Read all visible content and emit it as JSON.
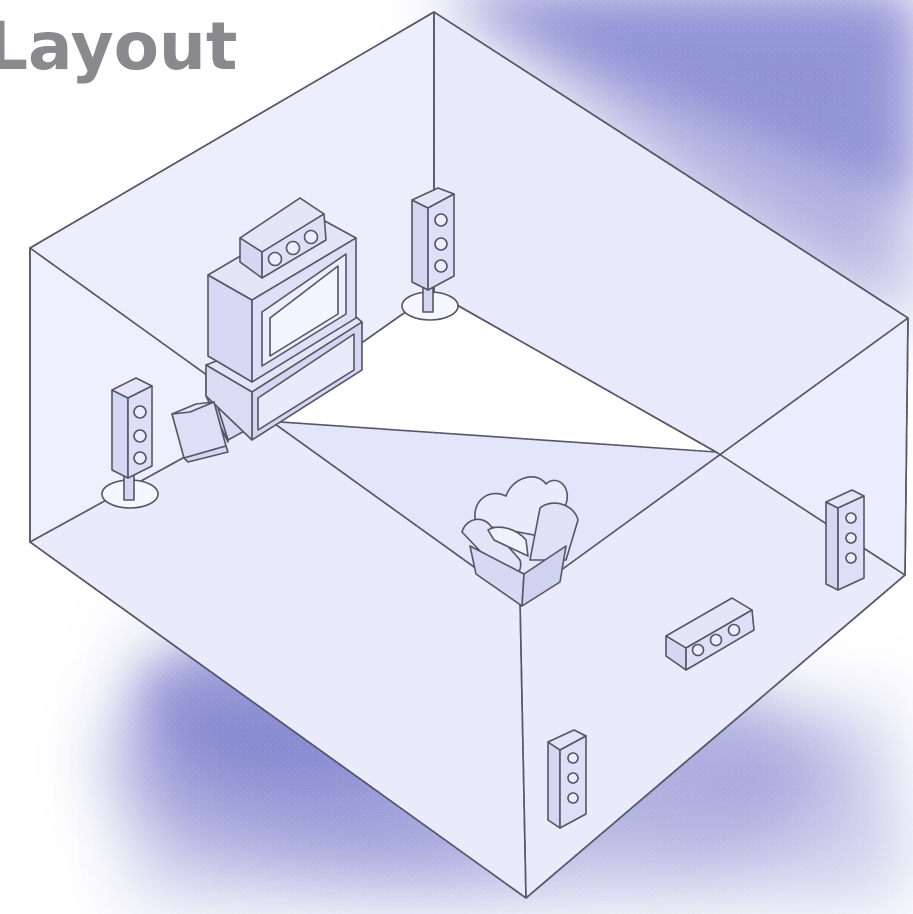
{
  "title": "Layout",
  "colors": {
    "room_edge": "#555566",
    "room_fill": "#e6e8fb",
    "shadow": "#6e71c6",
    "speaker_fill": "#d9dcf4",
    "equipment_fill": "#dfe1f6"
  },
  "items": [
    "room",
    "tv",
    "center-speaker",
    "front-left-speaker",
    "front-right-speaker",
    "subwoofer",
    "armchair",
    "surround-left-speaker",
    "surround-right-speaker",
    "rear-center-speaker"
  ]
}
